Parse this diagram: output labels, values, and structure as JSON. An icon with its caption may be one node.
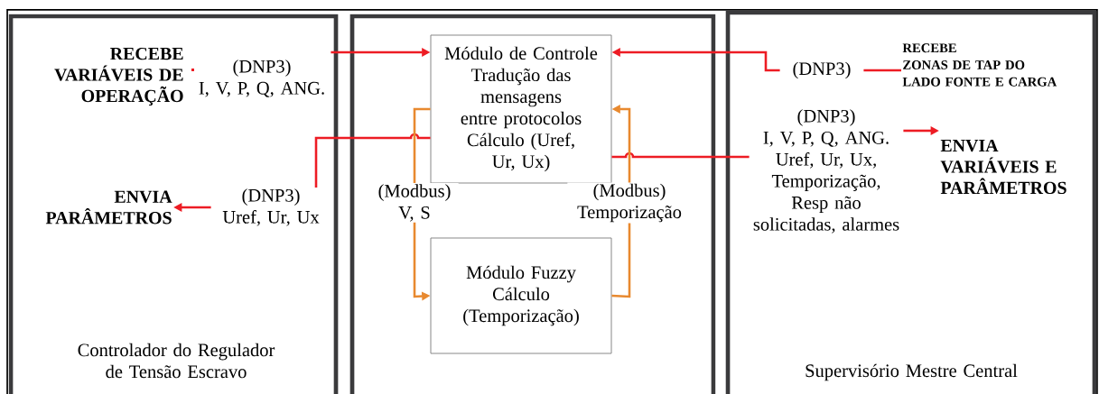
{
  "diagram": {
    "nodes": [
      {
        "text": [
          "Controlador do Regulador de Tensão Escravo"
        ]
      },
      {
        "text": [],
        "shape": "box"
      },
      {
        "text": [
          "Supervisório Mestre Central"
        ]
      },
      {
        "text": [
          "Módulo de Controle",
          "Tradução das mensagens entre protocolos",
          "Cálculo (Uref, Ur, Ux)"
        ],
        "in": 1
      },
      {
        "text": [
          "Módulo Fuzzy",
          "Cálculo (Temporização)"
        ],
        "in": 1
      },
      {
        "text": [
          "(DNP3)",
          "I, V, P, Q, ANG."
        ],
        "in": 0
      },
      {
        "text": [
          "(DNP3)",
          "Uref, Ur, Ux"
        ],
        "in": 0
      },
      {
        "text": [
          "ENVIA PARÂMETROS"
        ],
        "in": 0
      },
      {
        "text": [
          "(DNP3)"
        ],
        "in": 2
      },
      {
        "text": [
          "RECEBE",
          "ZONAS DE TAP DO LADO FONTE E CARGA"
        ],
        "in": 2
      },
      {
        "text": [
          "(DNP3)",
          "I, V, P, Q, ANG.",
          "Uref, Ur, Ux,",
          "Temporização,",
          "Resp não solicitadas, alarmes"
        ],
        "in": 2
      },
      {
        "text": [
          "ENVIA VARIÁVEIS E PARÂMETROS"
        ],
        "in": 2
      }
    ],
    "edges": [
      {
        "from": 5,
        "to": 3,
        "arrow": "to"
      },
      {
        "from": 3,
        "to": 6,
        "arrow": "none"
      },
      {
        "from": 6,
        "to": 7,
        "arrow": "to"
      },
      {
        "from": 8,
        "to": 3,
        "arrow": "to"
      },
      {
        "from": 8,
        "to": 9,
        "arrow": "none"
      },
      {
        "from": 3,
        "to": 10,
        "arrow": "none"
      },
      {
        "from": 10,
        "to": 11,
        "arrow": "to"
      },
      {
        "from": 3,
        "to": 4,
        "arrow": "to",
        "label": "(Modbus) V, S",
        "color": "#e8892f"
      },
      {
        "from": 4,
        "to": 3,
        "arrow": "to",
        "label": "(Modbus) Temporização",
        "color": "#e8892f"
      }
    ],
    "labels": [
      "RECEBE VARIÁVEIS DE OPERAÇÃO"
    ]
  }
}
